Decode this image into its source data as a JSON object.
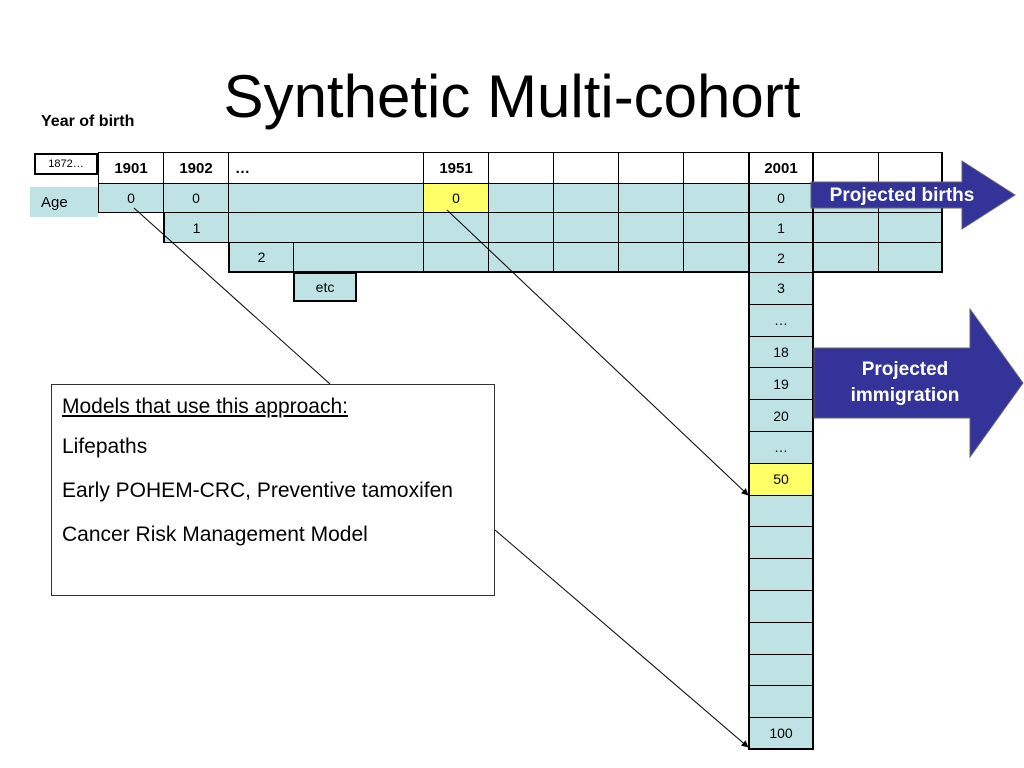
{
  "title": "Synthetic Multi-cohort",
  "year_of_birth_label": "Year of birth",
  "age_label": "Age",
  "header_row": {
    "c0": "1872…",
    "c1": "1901",
    "c2": "1902",
    "c3": "…",
    "c4": "1951",
    "c5": "2001"
  },
  "row0": {
    "a": "0",
    "b": "0",
    "c": "0",
    "d": "0"
  },
  "row1": {
    "a": "1",
    "b": "1"
  },
  "row2": {
    "a": "2",
    "b": "2"
  },
  "row3": {
    "a": "etc"
  },
  "column_2001": [
    "3",
    "…",
    "18",
    "19",
    "20",
    "…",
    "50",
    "",
    "",
    "",
    "",
    "",
    "",
    "",
    "100"
  ],
  "arrows": {
    "births": "Projected births",
    "immigration": "Projected immigration"
  },
  "models": {
    "heading": "Models that use this approach:",
    "items": [
      "Lifepaths",
      "Early POHEM-CRC, Preventive tamoxifen",
      "Cancer Risk Management Model"
    ]
  },
  "colors": {
    "cell_fill": "#bfe3e5",
    "highlight": "#ffff66",
    "arrow_fill": "#333399"
  }
}
